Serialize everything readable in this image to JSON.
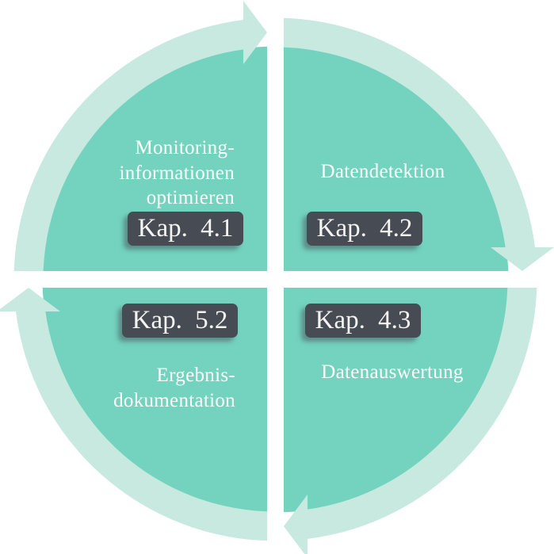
{
  "figure": {
    "type": "cycle-diagram",
    "direction": "clockwise",
    "colors": {
      "quadrant_fill": "#73d3bf",
      "arrow_ring": "#c7e9e0",
      "badge_background": "#474b54",
      "badge_text": "#f4f4f2",
      "label_text": "#fcfefd",
      "background": "#ffffff"
    },
    "quadrants": [
      {
        "position": "top-left",
        "label_lines": [
          "Monitoring-",
          "informationen",
          "optimieren"
        ],
        "badge": "Kap. 4.1"
      },
      {
        "position": "top-right",
        "label_lines": [
          "Datendetektion"
        ],
        "badge": "Kap. 4.2"
      },
      {
        "position": "bottom-right",
        "label_lines": [
          "Datenauswertung"
        ],
        "badge": "Kap. 4.3"
      },
      {
        "position": "bottom-left",
        "label_lines": [
          "Ergebnis-",
          "dokumentation"
        ],
        "badge": "Kap. 5.2"
      }
    ]
  }
}
